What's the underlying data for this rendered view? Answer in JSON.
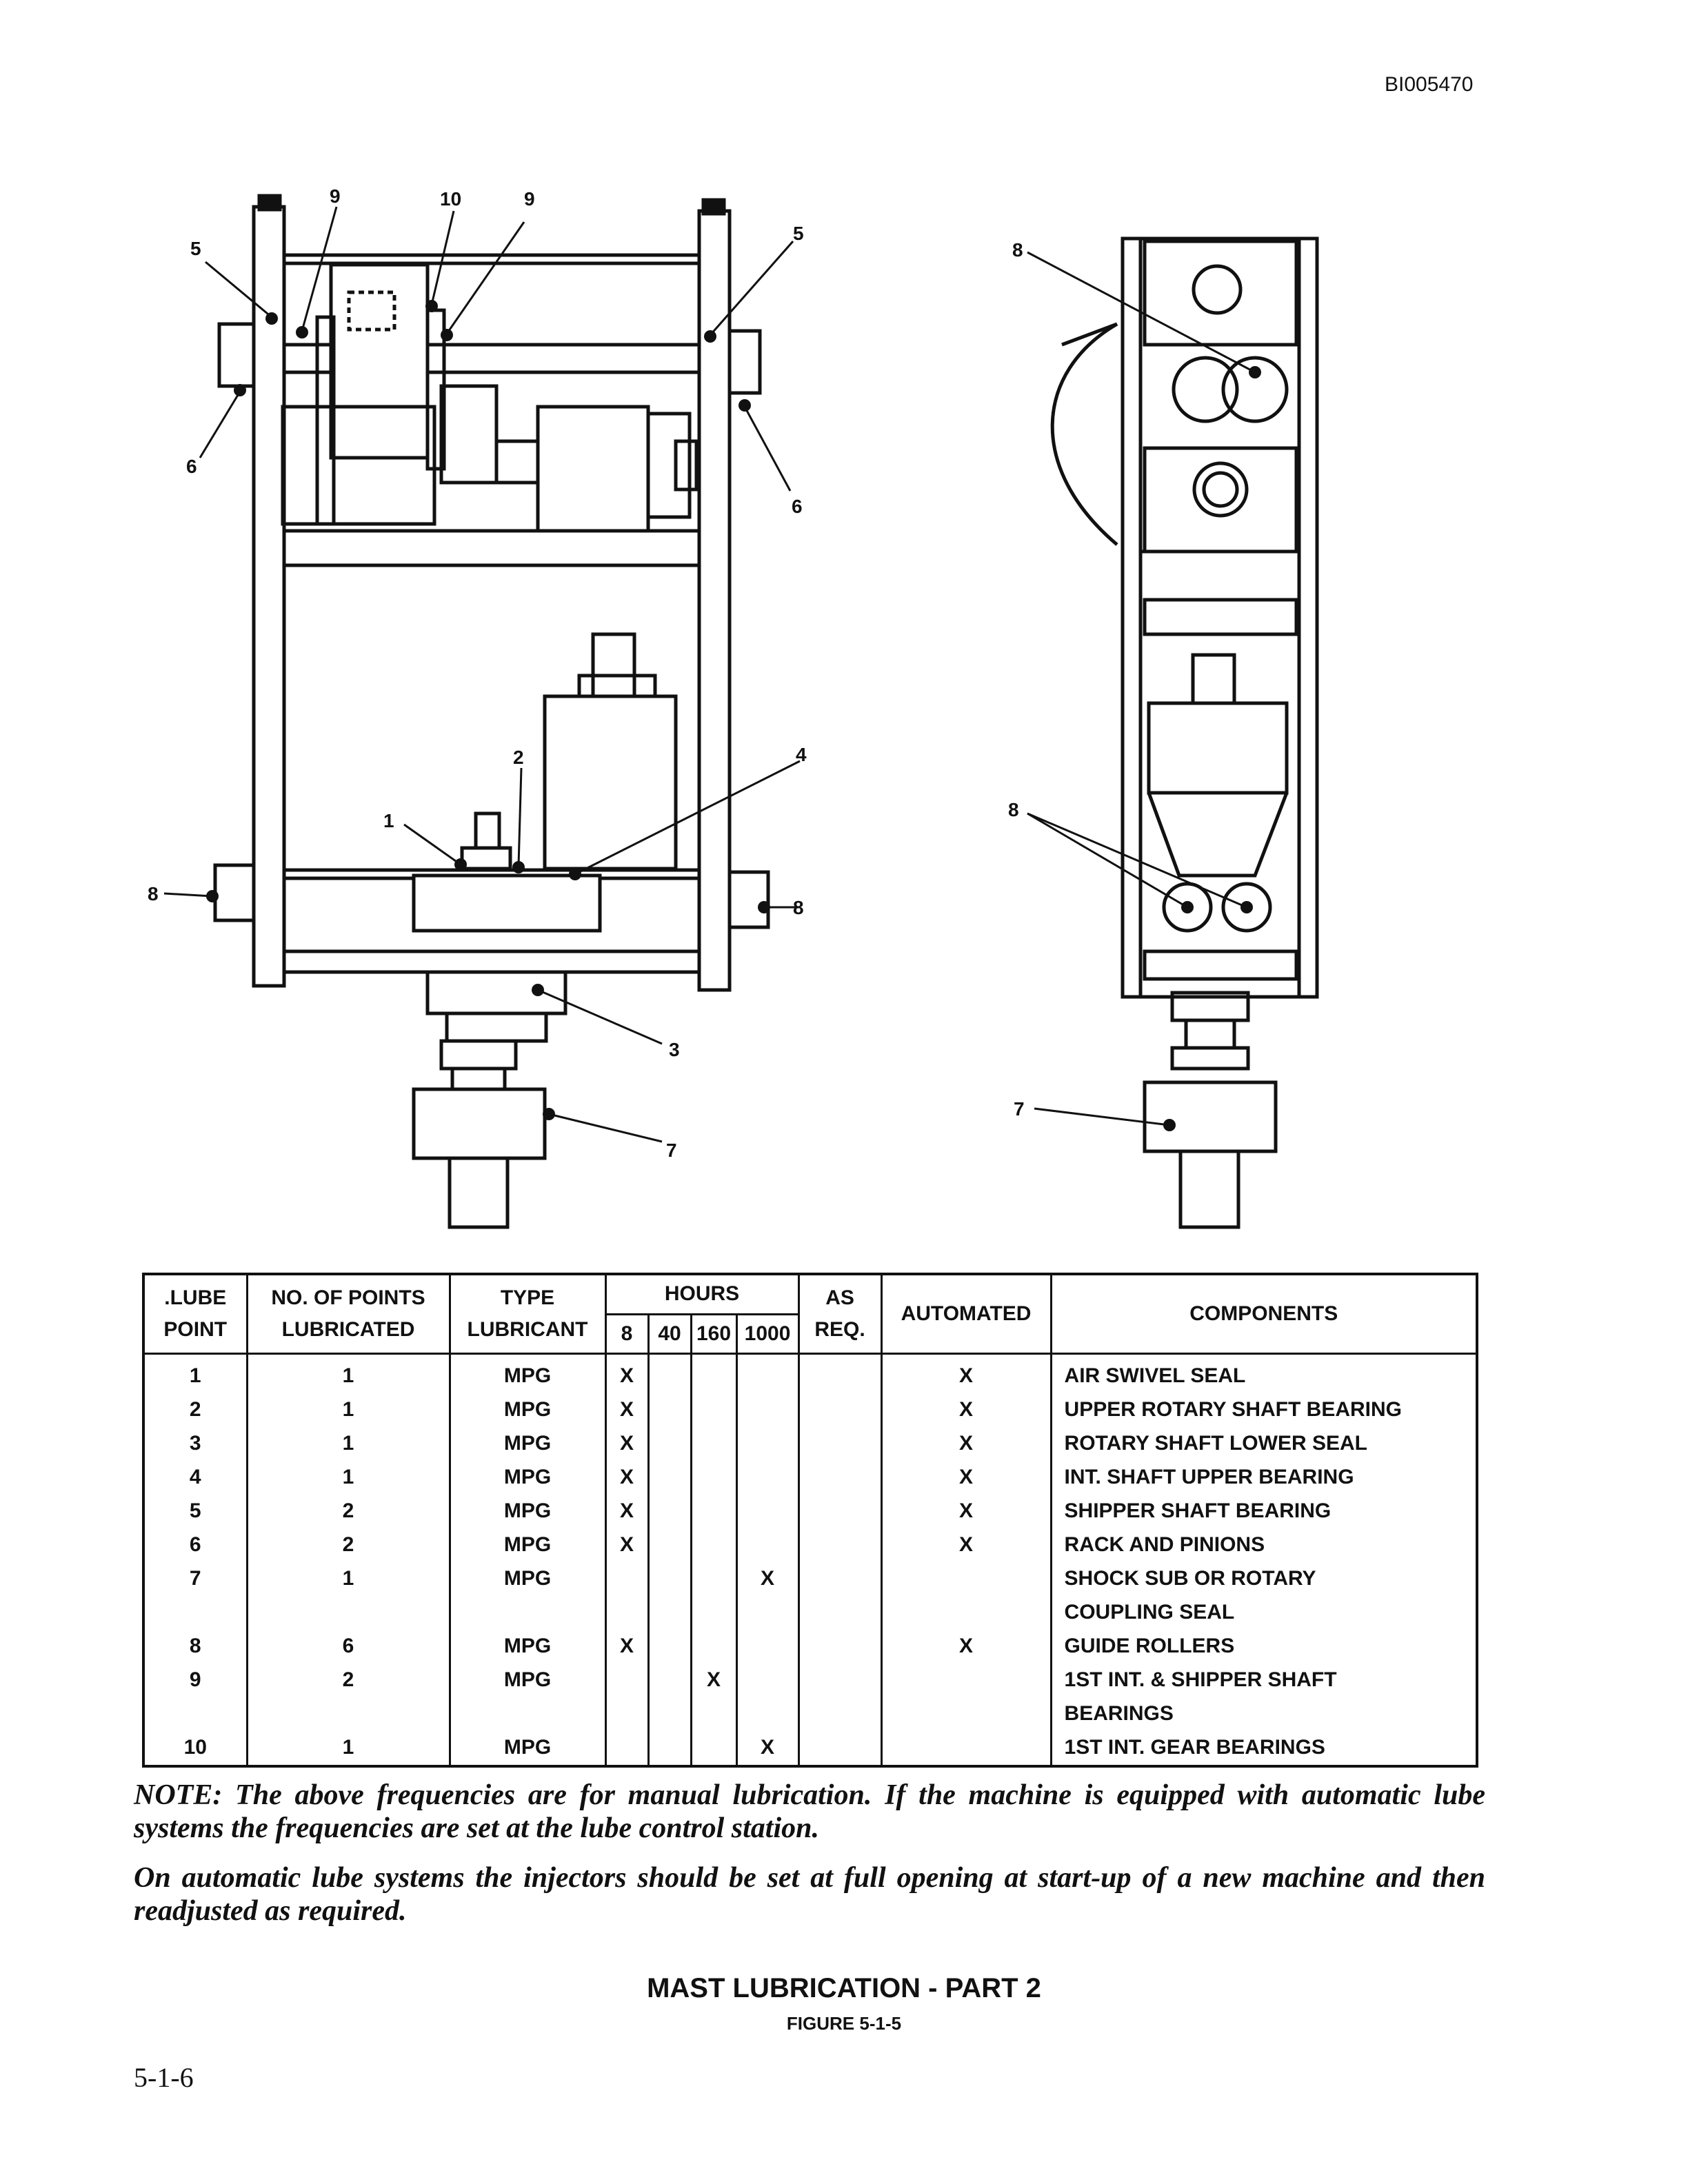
{
  "header": {
    "doc_id": "BI005470"
  },
  "callouts": {
    "c1": "1",
    "c2": "2",
    "c3": "3",
    "c4": "4",
    "c5": "5",
    "c6": "6",
    "c7": "7",
    "c8": "8",
    "c9": "9",
    "c10": "10"
  },
  "table": {
    "headers": {
      "lube_point_1": ".LUBE",
      "lube_point_2": "POINT",
      "points_1": "NO. OF POINTS",
      "points_2": "LUBRICATED",
      "type_1": "TYPE",
      "type_2": "LUBRICANT",
      "hours": "HOURS",
      "h8": "8",
      "h40": "40",
      "h160": "160",
      "h1000": "1000",
      "as_req_1": "AS",
      "as_req_2": "REQ.",
      "automated": "AUTOMATED",
      "components": "COMPONENTS"
    },
    "rows": [
      {
        "point": "1",
        "count": "1",
        "type": "MPG",
        "h8": "X",
        "h40": "",
        "h160": "",
        "h1000": "",
        "asreq": "",
        "auto": "X",
        "component": "AIR SWIVEL SEAL"
      },
      {
        "point": "2",
        "count": "1",
        "type": "MPG",
        "h8": "X",
        "h40": "",
        "h160": "",
        "h1000": "",
        "asreq": "",
        "auto": "X",
        "component": "UPPER ROTARY SHAFT BEARING"
      },
      {
        "point": "3",
        "count": "1",
        "type": "MPG",
        "h8": "X",
        "h40": "",
        "h160": "",
        "h1000": "",
        "asreq": "",
        "auto": "X",
        "component": "ROTARY SHAFT LOWER SEAL"
      },
      {
        "point": "4",
        "count": "1",
        "type": "MPG",
        "h8": "X",
        "h40": "",
        "h160": "",
        "h1000": "",
        "asreq": "",
        "auto": "X",
        "component": "INT. SHAFT UPPER BEARING"
      },
      {
        "point": "5",
        "count": "2",
        "type": "MPG",
        "h8": "X",
        "h40": "",
        "h160": "",
        "h1000": "",
        "asreq": "",
        "auto": "X",
        "component": "SHIPPER SHAFT BEARING"
      },
      {
        "point": "6",
        "count": "2",
        "type": "MPG",
        "h8": "X",
        "h40": "",
        "h160": "",
        "h1000": "",
        "asreq": "",
        "auto": "X",
        "component": "RACK AND PINIONS"
      },
      {
        "point": "7",
        "count": "1",
        "type": "MPG",
        "h8": "",
        "h40": "",
        "h160": "",
        "h1000": "X",
        "asreq": "",
        "auto": "",
        "component": "SHOCK SUB OR ROTARY"
      },
      {
        "point": "",
        "count": "",
        "type": "",
        "h8": "",
        "h40": "",
        "h160": "",
        "h1000": "",
        "asreq": "",
        "auto": "",
        "component": "COUPLING SEAL"
      },
      {
        "point": "8",
        "count": "6",
        "type": "MPG",
        "h8": "X",
        "h40": "",
        "h160": "",
        "h1000": "",
        "asreq": "",
        "auto": "X",
        "component": "GUIDE ROLLERS"
      },
      {
        "point": "9",
        "count": "2",
        "type": "MPG",
        "h8": "",
        "h40": "",
        "h160": "X",
        "h1000": "",
        "asreq": "",
        "auto": "",
        "component": "1ST INT. & SHIPPER SHAFT"
      },
      {
        "point": "",
        "count": "",
        "type": "",
        "h8": "",
        "h40": "",
        "h160": "",
        "h1000": "",
        "asreq": "",
        "auto": "",
        "component": "BEARINGS"
      },
      {
        "point": "10",
        "count": "1",
        "type": "MPG",
        "h8": "",
        "h40": "",
        "h160": "",
        "h1000": "X",
        "asreq": "",
        "auto": "",
        "component": "1ST INT. GEAR BEARINGS"
      }
    ]
  },
  "notes": {
    "note1": "NOTE: The above frequencies are for manual lubrication. If the machine is equipped with automatic lube systems the frequencies are set at the lube control station.",
    "note2": "On automatic lube systems the injectors should be set at full opening at start-up of a new machine and then readjusted as required."
  },
  "figure": {
    "title": "MAST LUBRICATION - PART 2",
    "number": "FIGURE 5-1-5"
  },
  "footer": {
    "page_number": "5-1-6"
  }
}
